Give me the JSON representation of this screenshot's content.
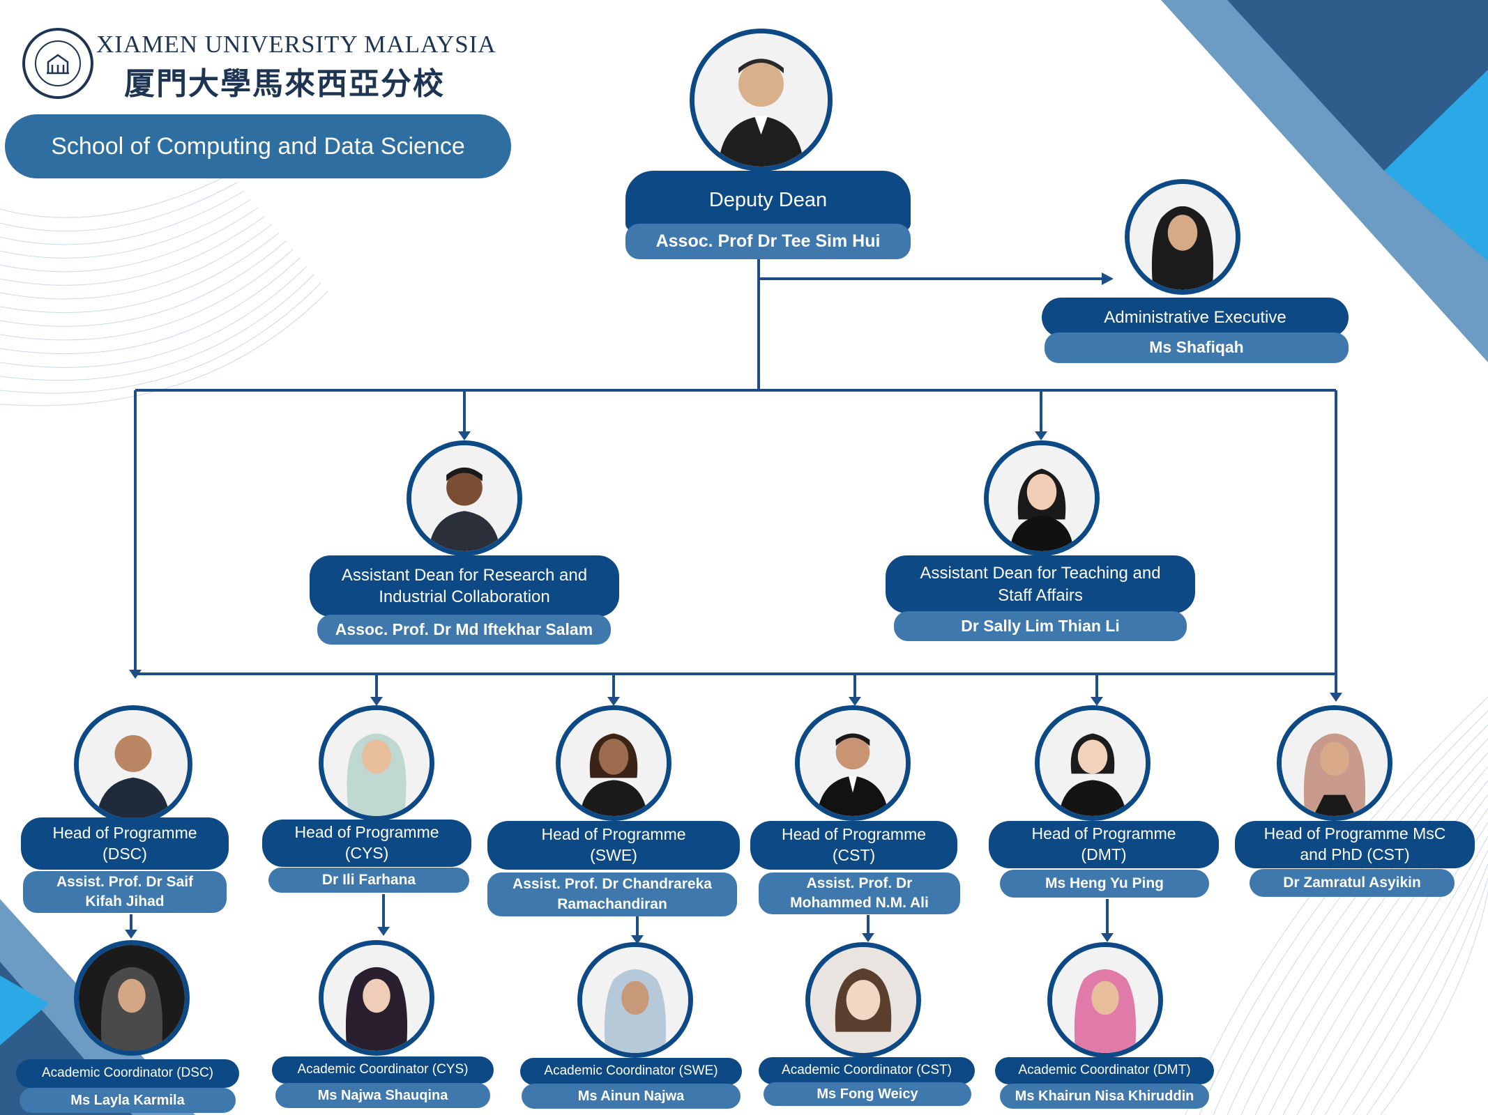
{
  "header": {
    "university_en": "XIAMEN UNIVERSITY MALAYSIA",
    "university_zh": "厦門大學馬來西亞分校",
    "school": "School of Computing and Data Science"
  },
  "colors": {
    "role_bg": "#0d4a85",
    "name_bg": "#3e78ad",
    "connector": "#1d4f86",
    "deco_light": "#6c9cc4",
    "deco_dark": "#2e5d8c",
    "deco_cyan": "#2aa9e6"
  },
  "chart_data": {
    "type": "org_chart",
    "people": {
      "deputy": {
        "role": "Deputy Dean",
        "name": "Assoc. Prof Dr Tee Sim Hui"
      },
      "admin": {
        "role": "Administrative Executive",
        "name": "Ms Shafiqah"
      },
      "ad_research": {
        "role": "Assistant Dean for Research and Industrial Collaboration",
        "name": "Assoc. Prof. Dr Md Iftekhar Salam"
      },
      "ad_teaching": {
        "role": "Assistant Dean for Teaching and Staff Affairs",
        "name": "Dr Sally Lim Thian Li"
      },
      "hop_dsc": {
        "role": "Head of Programme (DSC)",
        "name": "Assist. Prof. Dr Saif Kifah Jihad"
      },
      "hop_cys": {
        "role": "Head of Programme (CYS)",
        "name": "Dr Ili Farhana"
      },
      "hop_swe": {
        "role": "Head of Programme (SWE)",
        "name": "Assist. Prof. Dr Chandrareka Ramachandiran"
      },
      "hop_cst": {
        "role": "Head of Programme (CST)",
        "name": "Assist. Prof. Dr Mohammed N.M. Ali"
      },
      "hop_dmt": {
        "role": "Head of Programme (DMT)",
        "name": "Ms Heng Yu Ping"
      },
      "hop_msc": {
        "role": "Head of Programme MsC and PhD (CST)",
        "name": "Dr Zamratul Asyikin"
      },
      "ac_dsc": {
        "role": "Academic Coordinator (DSC)",
        "name": "Ms Layla Karmila"
      },
      "ac_cys": {
        "role": "Academic Coordinator (CYS)",
        "name": "Ms Najwa Shauqina"
      },
      "ac_swe": {
        "role": "Academic Coordinator (SWE)",
        "name": "Ms Ainun Najwa"
      },
      "ac_cst": {
        "role": "Academic Coordinator (CST)",
        "name": "Ms Fong Weicy"
      },
      "ac_dmt": {
        "role": "Academic Coordinator (DMT)",
        "name": "Ms Khairun Nisa Khiruddin"
      }
    },
    "edges": [
      [
        "deputy",
        "admin"
      ],
      [
        "deputy",
        "ad_research"
      ],
      [
        "deputy",
        "ad_teaching"
      ],
      [
        "deputy",
        "hop_dsc"
      ],
      [
        "deputy",
        "hop_cys"
      ],
      [
        "deputy",
        "hop_swe"
      ],
      [
        "deputy",
        "hop_cst"
      ],
      [
        "deputy",
        "hop_dmt"
      ],
      [
        "deputy",
        "hop_msc"
      ],
      [
        "hop_dsc",
        "ac_dsc"
      ],
      [
        "hop_cys",
        "ac_cys"
      ],
      [
        "hop_swe",
        "ac_swe"
      ],
      [
        "hop_cst",
        "ac_cst"
      ],
      [
        "hop_dmt",
        "ac_dmt"
      ]
    ]
  }
}
